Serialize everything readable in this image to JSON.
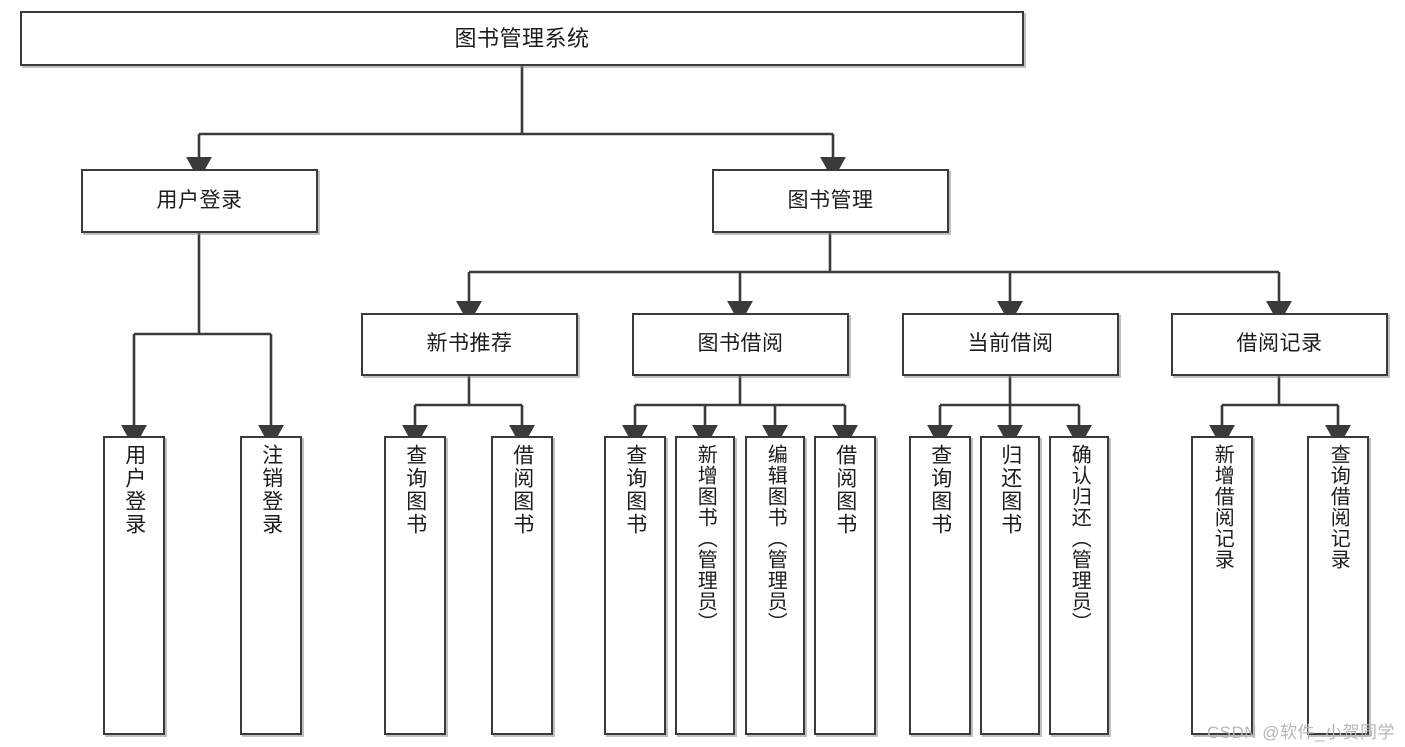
{
  "diagram": {
    "title": "图书管理系统",
    "type": "tree",
    "watermark": "CSDN @软件_小贺同学",
    "stroke_color": "#3a3a3a",
    "fill_color": "#ffffff",
    "text_color": "#1c1c1c",
    "watermark_color": "#b6b6b6"
  },
  "nodes": {
    "root": {
      "label": "图书管理系统",
      "level": 1
    },
    "l2": [
      {
        "id": "user-login",
        "label": "用户登录",
        "level": 2
      },
      {
        "id": "book-manage",
        "label": "图书管理",
        "level": 2
      }
    ],
    "l3": [
      {
        "id": "new-book-recommend",
        "label": "新书推荐",
        "level": 3,
        "parent": "book-manage"
      },
      {
        "id": "book-borrow",
        "label": "图书借阅",
        "level": 3,
        "parent": "book-manage"
      },
      {
        "id": "current-borrow",
        "label": "当前借阅",
        "level": 3,
        "parent": "book-manage"
      },
      {
        "id": "borrow-record",
        "label": "借阅记录",
        "level": 3,
        "parent": "book-manage"
      }
    ],
    "leaves": [
      {
        "id": "leaf-user-login",
        "label": "用户登录",
        "parent": "user-login"
      },
      {
        "id": "leaf-logout-login",
        "label": "注销登录",
        "parent": "user-login"
      },
      {
        "id": "leaf-query-book-1",
        "label": "查询图书",
        "parent": "new-book-recommend"
      },
      {
        "id": "leaf-borrow-book-1",
        "label": "借阅图书",
        "parent": "new-book-recommend"
      },
      {
        "id": "leaf-query-book-2",
        "label": "查询图书",
        "parent": "book-borrow"
      },
      {
        "id": "leaf-add-book",
        "label": "新增图书（管理员）",
        "parent": "book-borrow"
      },
      {
        "id": "leaf-edit-book",
        "label": "编辑图书（管理员）",
        "parent": "book-borrow"
      },
      {
        "id": "leaf-borrow-book-2",
        "label": "借阅图书",
        "parent": "book-borrow"
      },
      {
        "id": "leaf-query-book-3",
        "label": "查询图书",
        "parent": "current-borrow"
      },
      {
        "id": "leaf-return-book",
        "label": "归还图书",
        "parent": "current-borrow"
      },
      {
        "id": "leaf-confirm-return",
        "label": "确认归还（管理员）",
        "parent": "current-borrow"
      },
      {
        "id": "leaf-add-record",
        "label": "新增借阅记录",
        "parent": "borrow-record"
      },
      {
        "id": "leaf-query-record",
        "label": "查询借阅记录",
        "parent": "borrow-record"
      }
    ]
  }
}
